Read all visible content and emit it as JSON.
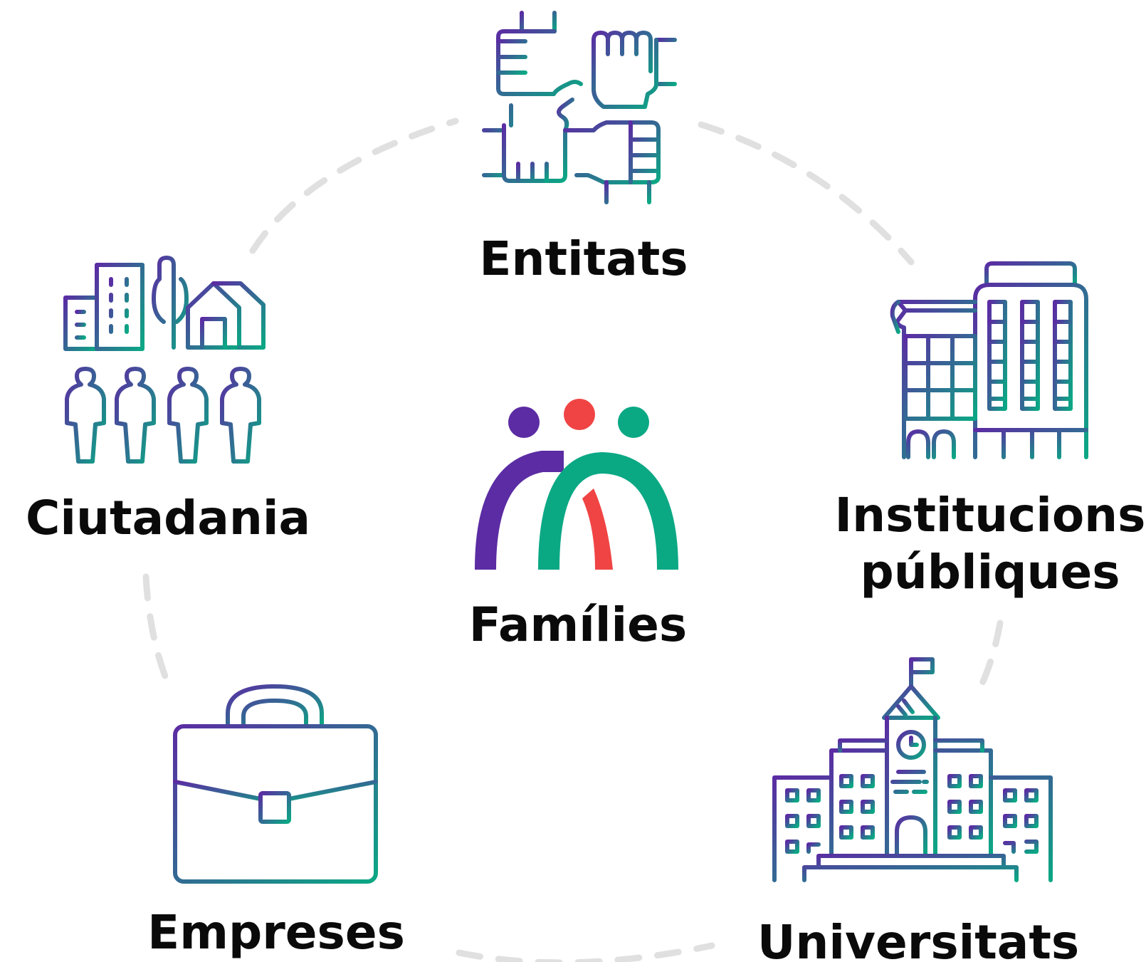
{
  "center": {
    "label": "Famílies",
    "logo_colors": {
      "purple": "#5b2ca3",
      "red": "#f04444",
      "green": "#0ba884"
    }
  },
  "nodes": [
    {
      "id": "entitats",
      "label": "Entitats",
      "icon": "handshake-circle-icon"
    },
    {
      "id": "ciutadania",
      "label": "Ciutadania",
      "icon": "city-people-icon"
    },
    {
      "id": "institucions",
      "label_line1": "Institucions",
      "label_line2": "públiques",
      "icon": "office-building-icon"
    },
    {
      "id": "empreses",
      "label": "Empreses",
      "icon": "briefcase-icon"
    },
    {
      "id": "universitats",
      "label": "Universitats",
      "icon": "university-building-icon"
    }
  ],
  "colors": {
    "icon_gradient_start": "#5b2ca3",
    "icon_gradient_end": "#0ba884",
    "ring": "#e0e0e0",
    "text": "#0a0a0a"
  }
}
